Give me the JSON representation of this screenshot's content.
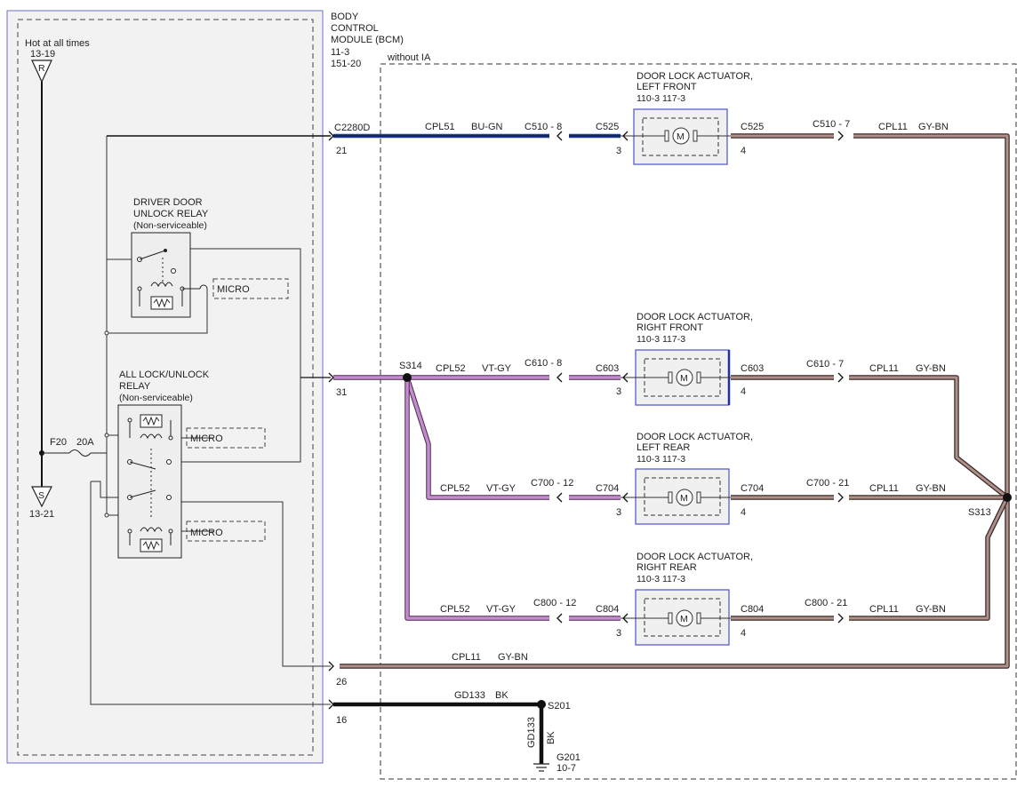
{
  "bcm": {
    "title_lines": [
      "BODY",
      "CONTROL",
      "MODULE (BCM)",
      "11-3",
      "151-20"
    ]
  },
  "without_ia": "without IA",
  "power": {
    "label": "Hot at all times",
    "ref": "13-19",
    "letter": "R"
  },
  "ground_ref": {
    "letter": "S",
    "ref": "13-21"
  },
  "fuse": {
    "name": "F20",
    "rating": "20A"
  },
  "driver_relay": {
    "lines": [
      "DRIVER DOOR",
      "UNLOCK RELAY",
      "(Non-serviceable)"
    ],
    "micro": "MICRO"
  },
  "all_relay": {
    "lines": [
      "ALL LOCK/UNLOCK",
      "RELAY",
      "(Non-serviceable)"
    ],
    "micro_top": "MICRO",
    "micro_bottom": "MICRO"
  },
  "bcm_pins": {
    "connector": "C2280D",
    "p21": "21",
    "p31": "31",
    "p26": "26",
    "p16": "16"
  },
  "splice_s314": "S314",
  "splice_s313": "S313",
  "splice_s201": "S201",
  "actuators": [
    {
      "lines": [
        "DOOR LOCK ACTUATOR,",
        "LEFT FRONT"
      ],
      "refs": "110-3     117-3",
      "conn_left": "C525",
      "conn_right": "C525",
      "pin_left": "3",
      "pin_right": "4",
      "inline_left": "C510 - 8",
      "inline_right": "C510 - 7",
      "wire_left": "CPL51",
      "color_left": "BU-GN",
      "wire_right": "CPL11",
      "color_right": "GY-BN",
      "motor": "M"
    },
    {
      "lines": [
        "DOOR LOCK ACTUATOR,",
        "RIGHT FRONT"
      ],
      "refs": "110-3     117-3",
      "conn_left": "C603",
      "conn_right": "C603",
      "pin_left": "3",
      "pin_right": "4",
      "inline_left": "C610 - 8",
      "inline_right": "C610 - 7",
      "wire_left": "CPL52",
      "color_left": "VT-GY",
      "wire_right": "CPL11",
      "color_right": "GY-BN",
      "motor": "M"
    },
    {
      "lines": [
        "DOOR LOCK ACTUATOR,",
        "LEFT REAR"
      ],
      "refs": "110-3     117-3",
      "conn_left": "C704",
      "conn_right": "C704",
      "pin_left": "3",
      "pin_right": "4",
      "inline_left": "C700 - 12",
      "inline_right": "C700 - 21",
      "wire_left": "CPL52",
      "color_left": "VT-GY",
      "wire_right": "CPL11",
      "color_right": "GY-BN",
      "motor": "M"
    },
    {
      "lines": [
        "DOOR LOCK ACTUATOR,",
        "RIGHT REAR"
      ],
      "refs": "110-3     117-3",
      "conn_left": "C804",
      "conn_right": "C804",
      "pin_left": "3",
      "pin_right": "4",
      "inline_left": "C800 - 12",
      "inline_right": "C800 - 21",
      "wire_left": "CPL52",
      "color_left": "VT-GY",
      "wire_right": "CPL11",
      "color_right": "GY-BN",
      "motor": "M"
    }
  ],
  "return_wire": {
    "wire": "CPL11",
    "color": "GY-BN"
  },
  "ground_wire": {
    "wire": "GD133",
    "color": "BK",
    "vert_wire": "GD133",
    "vert_color": "BK",
    "ground": "G201",
    "ground_ref": "10-7"
  },
  "colors": {
    "blue": "#1f3f9a",
    "violet": "#c58bd0",
    "brown": "#8a6a5e",
    "black": "#111111",
    "box_blue": "#4a52c8"
  }
}
